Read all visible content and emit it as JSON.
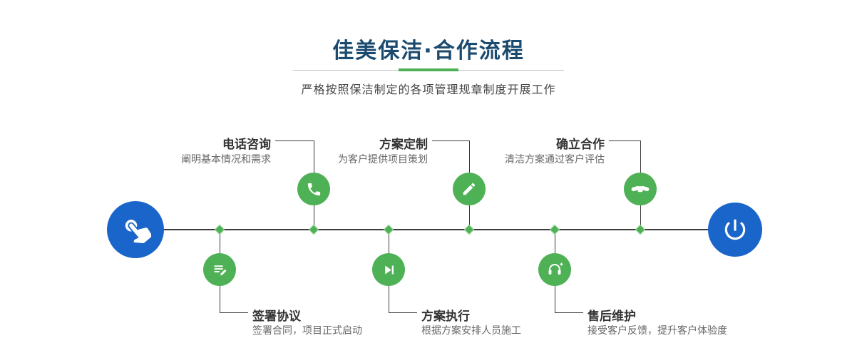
{
  "header": {
    "title": "佳美保洁·合作流程",
    "subtitle": "严格按照保洁制定的各项管理规章制度开展工作"
  },
  "palette": {
    "navy": "#1b4a6f",
    "green": "#4fb156",
    "blue": "#1a65c9",
    "line": "#3c3c3c"
  },
  "timeline": {
    "start_icon": "hand-pointer-icon",
    "end_icon": "power-icon"
  },
  "steps": [
    {
      "id": "sign",
      "title": "签署协议",
      "desc": "签署合同，项目正式启动",
      "icon": "document-sign-icon",
      "position": "bottom"
    },
    {
      "id": "phone",
      "title": "电话咨询",
      "desc": "阐明基本情况和需求",
      "icon": "phone-icon",
      "position": "top"
    },
    {
      "id": "execute",
      "title": "方案执行",
      "desc": "根据方案安排人员施工",
      "icon": "play-next-icon",
      "position": "bottom"
    },
    {
      "id": "plan",
      "title": "方案定制",
      "desc": "为客户提供项目策划",
      "icon": "pencil-icon",
      "position": "top"
    },
    {
      "id": "aftersale",
      "title": "售后维护",
      "desc": "接受客户反馈，提升客户体验度",
      "icon": "headset-plus-icon",
      "position": "bottom"
    },
    {
      "id": "confirm",
      "title": "确立合作",
      "desc": "清洁方案通过客户评估",
      "icon": "handshake-icon",
      "position": "top"
    }
  ]
}
